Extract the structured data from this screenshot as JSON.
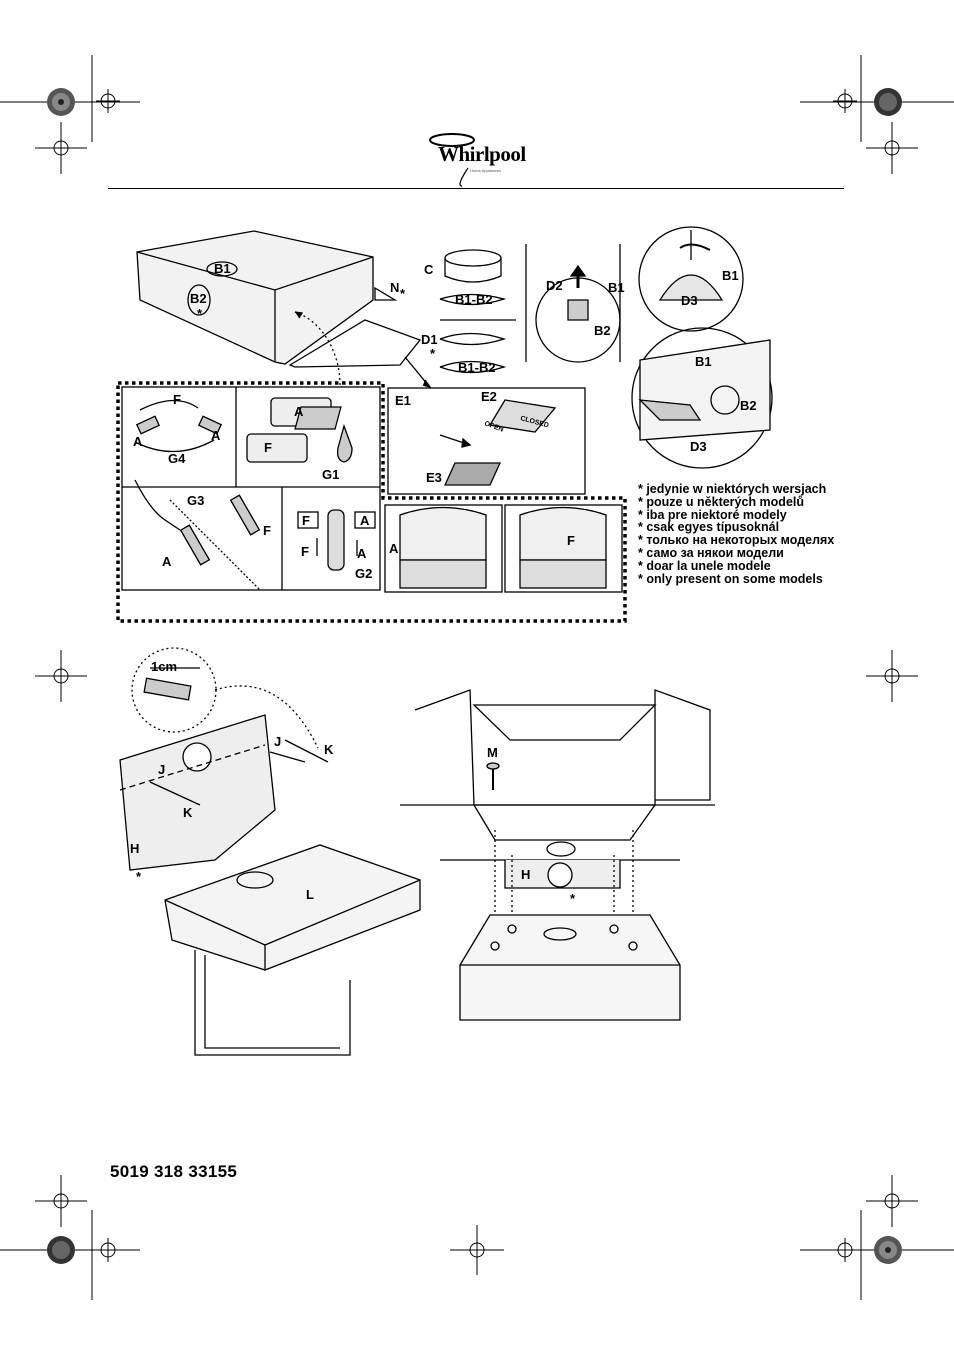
{
  "brand": {
    "name": "Whirlpool",
    "tagline": "Home Appliances"
  },
  "part_number": "5019 318 33155",
  "notes": [
    "* jedynie w niektórych wersjach",
    "* pouze u některých modelů",
    "* iba pre niektoré modely",
    "* csak egyes típusoknál",
    "* только на некоторых моделях",
    "* само за някои модели",
    "* doar la unele modele",
    "* only present on some models"
  ],
  "labels": {
    "B1": "B1",
    "B2": "B2",
    "B1B2": "B1-B2",
    "C": "C",
    "D1": "D1",
    "D2": "D2",
    "D3": "D3",
    "N": "N",
    "star": "*",
    "E1": "E1",
    "E2": "E2",
    "E3": "E3",
    "F": "F",
    "A": "A",
    "G1": "G1",
    "G2": "G2",
    "G3": "G3",
    "G4": "G4",
    "H": "H",
    "J": "J",
    "K": "K",
    "L": "L",
    "M": "M",
    "cm": "1cm",
    "closed": "CLOSED",
    "open": "OPEN"
  }
}
